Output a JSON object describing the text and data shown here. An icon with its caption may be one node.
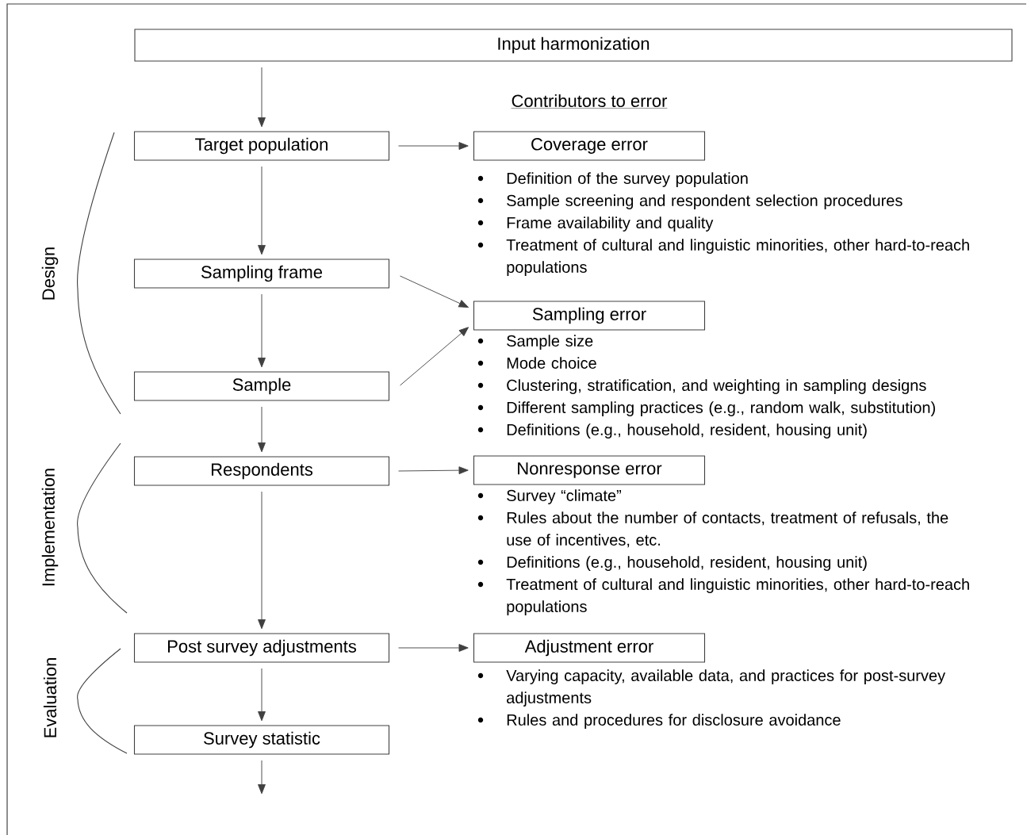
{
  "diagram": {
    "nodes": [
      {
        "text": [
          "Input harmonization"
        ]
      },
      {
        "text": [
          "Target population"
        ]
      },
      {
        "text": [
          "Sampling frame"
        ]
      },
      {
        "text": [
          "Sample"
        ]
      },
      {
        "text": [
          "Respondents"
        ]
      },
      {
        "text": [
          "Post survey adjustments"
        ]
      },
      {
        "text": [
          "Survey statistic"
        ]
      },
      {
        "text": [
          "Coverage error"
        ],
        "beside": [
          "Definition of the survey population",
          "Sample screening and respondent selection procedures",
          "Frame availability and quality",
          "Treatment of cultural and linguistic minorities, other hard-to-reach populations"
        ]
      },
      {
        "text": [
          "Sampling error"
        ],
        "beside": [
          "Sample size",
          "Mode choice",
          "Clustering, stratification, and weighting in sampling designs",
          "Different sampling practices (e.g., random walk, substitution)",
          "Definitions (e.g., household, resident, housing unit)"
        ]
      },
      {
        "text": [
          "Nonresponse error"
        ],
        "beside": [
          "Survey “climate”",
          "Rules about the number of contacts, treatment of refusals, the use of incentives, etc.",
          "Definitions (e.g., household, resident, housing unit)",
          "Treatment of cultural and linguistic minorities, other hard-to-reach populations"
        ]
      },
      {
        "text": [
          "Adjustment error"
        ],
        "beside": [
          "Varying capacity, available data, and practices for post-survey adjustments",
          "Rules and procedures for disclosure avoidance"
        ]
      }
    ],
    "edges": [
      {
        "from": 0,
        "to": 1,
        "arrow": "to"
      },
      {
        "from": 1,
        "to": 2,
        "arrow": "to"
      },
      {
        "from": 2,
        "to": 3,
        "arrow": "to"
      },
      {
        "from": 3,
        "to": 4,
        "arrow": "to"
      },
      {
        "from": 4,
        "to": 5,
        "arrow": "to"
      },
      {
        "from": 5,
        "to": 6,
        "arrow": "to"
      },
      {
        "from": 6,
        "to": null,
        "arrow": "to"
      },
      {
        "from": 1,
        "to": 7,
        "arrow": "to"
      },
      {
        "from": 2,
        "to": 8,
        "arrow": "to"
      },
      {
        "from": 3,
        "to": 8,
        "arrow": "to"
      },
      {
        "from": 4,
        "to": 9,
        "arrow": "to"
      },
      {
        "from": 5,
        "to": 10,
        "arrow": "to"
      }
    ],
    "labels": [
      "Contributors to error",
      "Design",
      "Implementation",
      "Evaluation"
    ]
  }
}
